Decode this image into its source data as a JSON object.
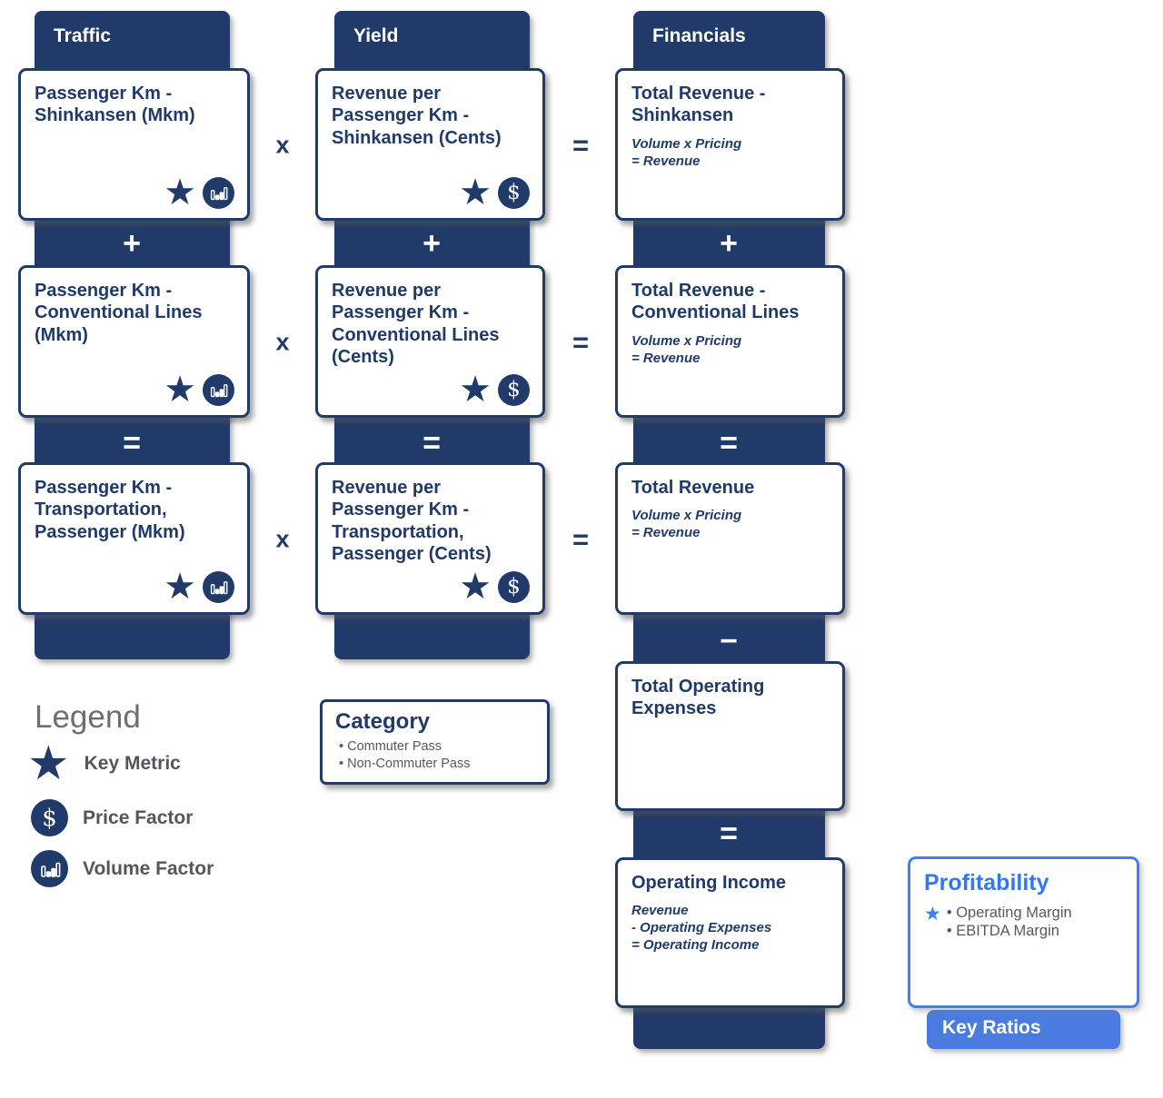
{
  "colors": {
    "navy": "#203a69",
    "card_bg": "#ffffff",
    "legend_title_gray": "#6d6e71",
    "legend_label_gray": "#55565a",
    "bullet_gray": "#58595b",
    "profit_blue": "#3079f2",
    "profit_border_blue": "#3b82f6",
    "key_ratios_bar_blue": "#4a7ce0"
  },
  "columns": [
    {
      "header": "Traffic",
      "cards": [
        {
          "title": "Passenger Km - Shinkansen (Mkm)",
          "icons": [
            "star-icon",
            "volume-icon"
          ]
        },
        {
          "title": "Passenger Km - Conventional Lines (Mkm)",
          "icons": [
            "star-icon",
            "volume-icon"
          ]
        },
        {
          "title": "Passenger Km - Transportation, Passenger (Mkm)",
          "icons": [
            "star-icon",
            "volume-icon"
          ]
        }
      ],
      "operators": [
        "+",
        "="
      ]
    },
    {
      "header": "Yield",
      "cards": [
        {
          "title": "Revenue per Passenger Km - Shinkansen (Cents)",
          "icons": [
            "star-icon",
            "dollar-icon"
          ]
        },
        {
          "title": "Revenue per Passenger Km - Conventional Lines (Cents)",
          "icons": [
            "star-icon",
            "dollar-icon"
          ]
        },
        {
          "title": "Revenue per Passenger Km - Transportation, Passenger (Cents)",
          "icons": [
            "star-icon",
            "dollar-icon"
          ]
        }
      ],
      "operators": [
        "+",
        "="
      ]
    },
    {
      "header": "Financials",
      "cards": [
        {
          "title": "Total Revenue - Shinkansen",
          "formula": [
            "Volume x Pricing",
            "= Revenue"
          ]
        },
        {
          "title": "Total Revenue - Conventional Lines",
          "formula": [
            "Volume x Pricing",
            "= Revenue"
          ]
        },
        {
          "title": "Total Revenue",
          "formula": [
            "Volume x Pricing",
            "= Revenue"
          ]
        },
        {
          "title": "Total Operating Expenses",
          "formula": []
        },
        {
          "title": "Operating Income",
          "formula": [
            "Revenue",
            "- Operating Expenses",
            "= Operating Income"
          ]
        }
      ],
      "operators": [
        "+",
        "=",
        "−",
        "="
      ]
    }
  ],
  "cross_operators": {
    "multiply": "x",
    "equals": "="
  },
  "legend": {
    "title": "Legend",
    "items": [
      {
        "icon": "star-icon",
        "label": "Key Metric"
      },
      {
        "icon": "dollar-icon",
        "label": "Price Factor"
      },
      {
        "icon": "volume-icon",
        "label": "Volume Factor"
      }
    ]
  },
  "category": {
    "title": "Category",
    "items": [
      "Commuter Pass",
      "Non-Commuter Pass"
    ]
  },
  "key_ratios": {
    "group_label": "Key Ratios",
    "card_title": "Profitability",
    "star_icon": "star-icon",
    "items": [
      "Operating Margin",
      "EBITDA Margin"
    ]
  }
}
